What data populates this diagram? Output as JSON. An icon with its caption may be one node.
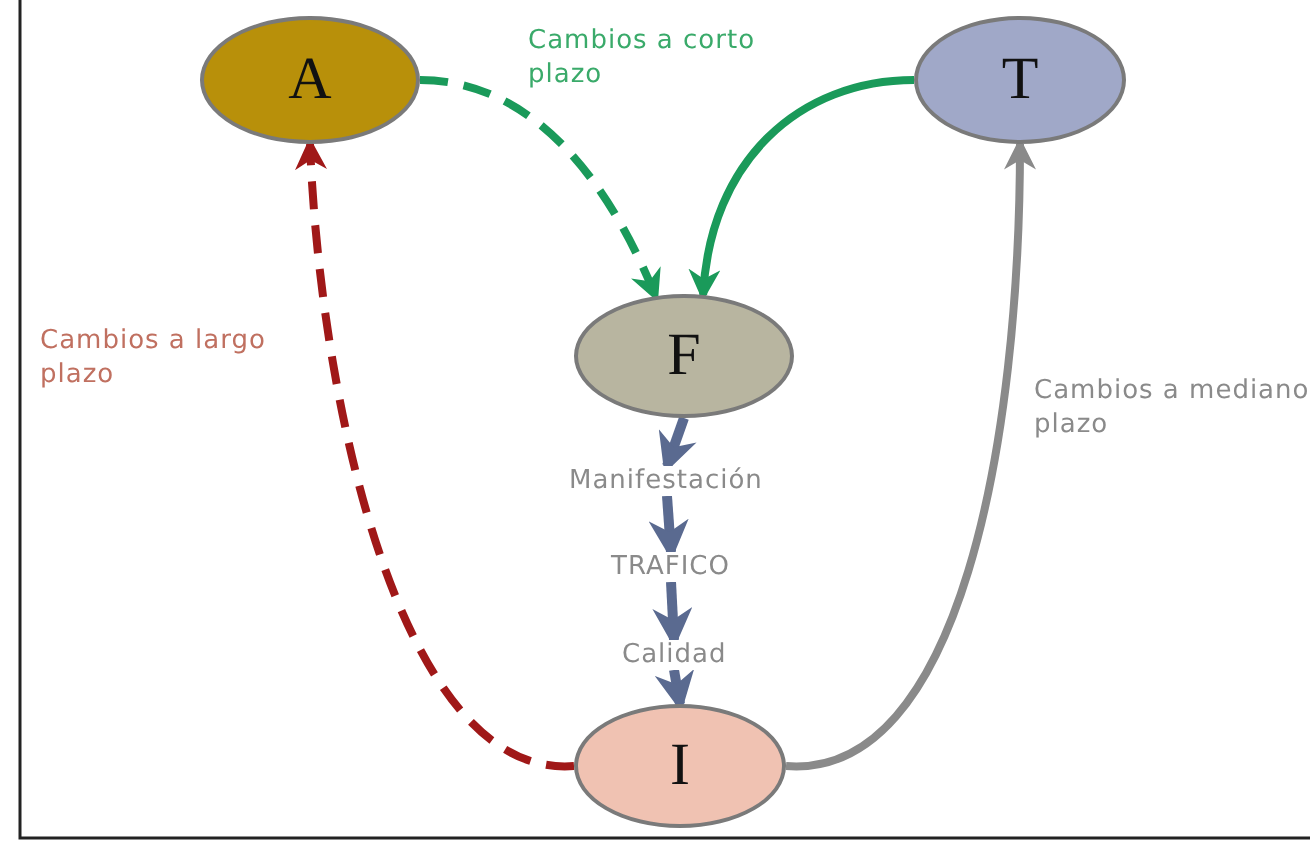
{
  "diagram": {
    "nodes": [
      {
        "text": [
          "A"
        ]
      },
      {
        "text": [
          "T"
        ]
      },
      {
        "text": [
          "F"
        ]
      },
      {
        "text": [
          "Manifestación"
        ]
      },
      {
        "text": [
          "TRAFICO"
        ]
      },
      {
        "text": [
          "Calidad"
        ]
      },
      {
        "text": [
          "I"
        ]
      }
    ],
    "edges": [
      {
        "from": 0,
        "to": 2,
        "arrow": "to",
        "style": "dashed",
        "color": "#1a9a5a"
      },
      {
        "from": 1,
        "to": 2,
        "arrow": "to",
        "color": "#1a9a5a"
      },
      {
        "from": 2,
        "to": 3,
        "arrow": "to"
      },
      {
        "from": 3,
        "to": 4,
        "arrow": "to"
      },
      {
        "from": 4,
        "to": 5,
        "arrow": "to"
      },
      {
        "from": 5,
        "to": 6,
        "arrow": "to"
      },
      {
        "from": 6,
        "to": 0,
        "arrow": "to",
        "style": "dashed",
        "color": "#a01818"
      },
      {
        "from": 6,
        "to": 1,
        "arrow": "to",
        "color": "#8a8a8a"
      }
    ],
    "labels": [
      "Cambios a corto plazo",
      "Cambios a largo plazo",
      "Cambios a mediano plazo"
    ]
  }
}
